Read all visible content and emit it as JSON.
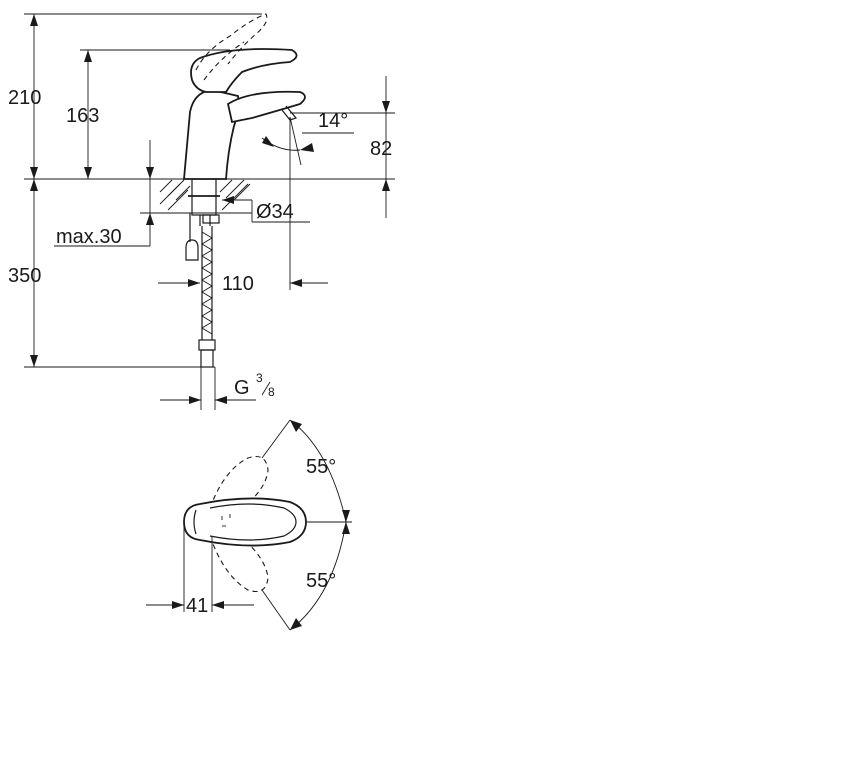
{
  "dimensions": {
    "total_height": "210",
    "spout_height": "163",
    "spout_angle": "14°",
    "aerator_height": "82",
    "hole_diameter": "Ø34",
    "max_thickness": "max.30",
    "hose_length": "350",
    "projection": "110",
    "connection": "G",
    "connection_num": "3",
    "connection_den": "8",
    "handle_angle_upper": "55°",
    "handle_angle_lower": "55°",
    "handle_offset": "41"
  },
  "colors": {
    "line": "#1a1a1a",
    "background": "#ffffff"
  }
}
